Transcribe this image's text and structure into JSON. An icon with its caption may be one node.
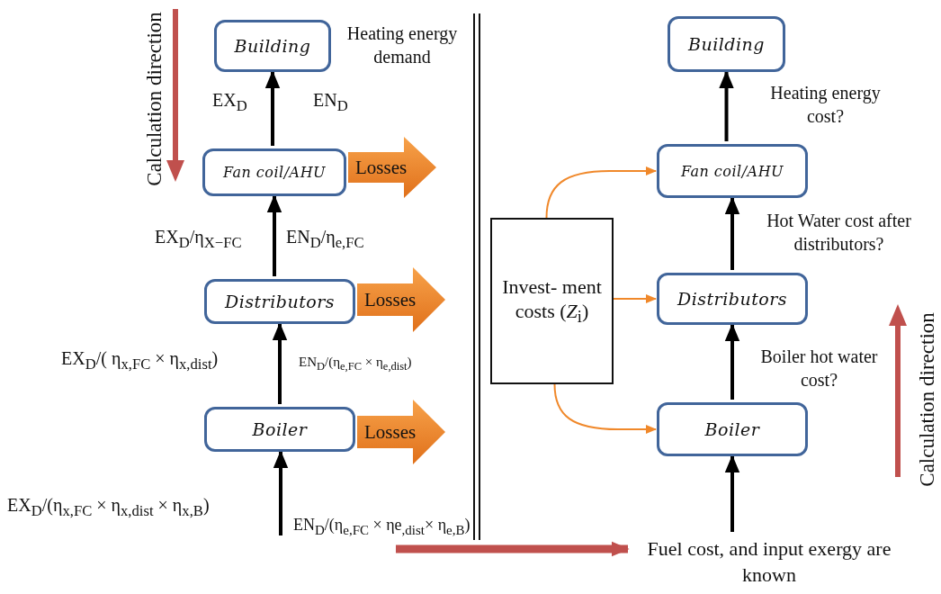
{
  "diagram": {
    "nodes": [
      {
        "text": [
          "Building"
        ]
      },
      {
        "text": [
          "Fan coil/AHU"
        ]
      },
      {
        "text": [
          "Losses"
        ]
      },
      {
        "text": [
          "Distributors"
        ]
      },
      {
        "text": [
          "Losses"
        ]
      },
      {
        "text": [
          "Boiler"
        ]
      },
      {
        "text": [
          "Losses"
        ]
      },
      {
        "text": [
          "Invest- ment costs (*Z*$_{i}$)"
        ]
      },
      {
        "text": [
          "Building"
        ]
      },
      {
        "text": [
          "Fan coil/AHU"
        ]
      },
      {
        "text": [
          "Distributors"
        ]
      },
      {
        "text": [
          "Boiler"
        ]
      },
      {
        "text": [
          "Fuel cost, and input exergy are known"
        ]
      }
    ],
    "edges": [
      {
        "from": 1,
        "to": 0,
        "arrow": "to"
      },
      {
        "from": 3,
        "to": 1,
        "arrow": "to"
      },
      {
        "from": 5,
        "to": 3,
        "arrow": "to"
      },
      {
        "from": null,
        "to": 5,
        "arrow": "to"
      },
      {
        "from": 9,
        "to": 8,
        "arrow": "to"
      },
      {
        "from": 10,
        "to": 9,
        "arrow": "to"
      },
      {
        "from": 11,
        "to": 10,
        "arrow": "to"
      },
      {
        "from": 12,
        "to": 11,
        "arrow": "to"
      },
      {
        "from": 7,
        "to": 9,
        "arrow": "to",
        "color": "#f0882a"
      },
      {
        "from": 7,
        "to": 10,
        "arrow": "to",
        "color": "#f0882a"
      },
      {
        "from": 7,
        "to": 11,
        "arrow": "to",
        "color": "#f0882a"
      },
      {
        "from": null,
        "to": 12,
        "arrow": "to",
        "style": "thick",
        "color": "#c0504d"
      }
    ],
    "labels": [
      "Calculation direction",
      "Heating energy demand",
      "EX$_{D}$",
      "EN$_{D}$",
      "Heating energy cost?",
      "EX$_{D}$/η$_{X−FC}$",
      "EN$_{D}$/η$_{e,FC}$",
      "Hot Water cost after distributors?",
      "EX$_{D}$/( η$_{x,FC}$ × η$_{x,dist}$)",
      "EN$_{D}$/(η$_{e,FC}$ × η$_{e,dist}$)",
      "Boiler hot water cost?",
      "Calculation direction",
      "EX$_{D}$/(η$_{x,FC}$ × η$_{x,dist}$ × η$_{x,B}$)",
      "EN$_{D}$/(η$_{e,FC}$ × ηe$_{,dist}$× η$_{e,B}$)"
    ]
  }
}
